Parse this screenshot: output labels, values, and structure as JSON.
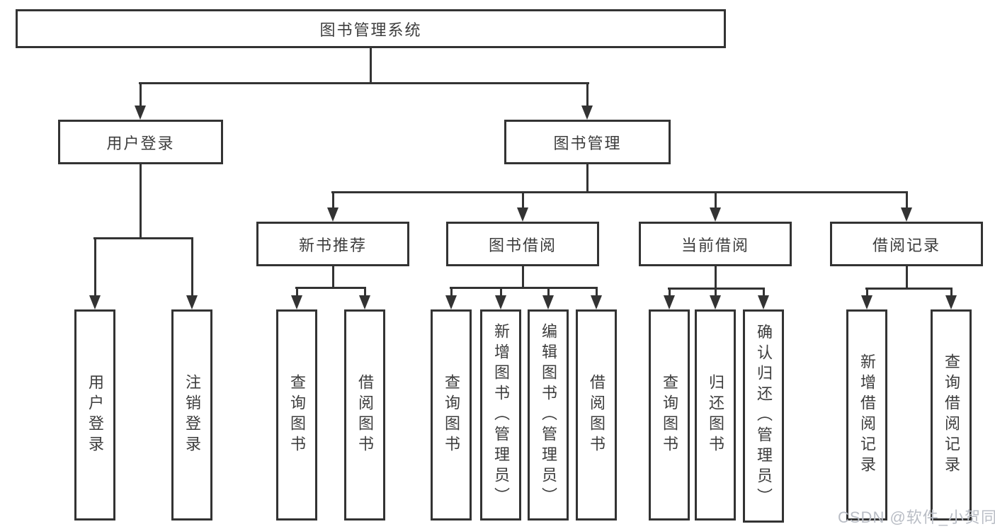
{
  "tree": {
    "label": "图书管理系统",
    "children": [
      {
        "label": "用户登录",
        "children": [
          {
            "label": "用户登录"
          },
          {
            "label": "注销登录"
          }
        ]
      },
      {
        "label": "图书管理",
        "children": [
          {
            "label": "新书推荐",
            "children": [
              {
                "label": "查询图书"
              },
              {
                "label": "借阅图书"
              }
            ]
          },
          {
            "label": "图书借阅",
            "children": [
              {
                "label": "查询图书"
              },
              {
                "label": "新增图书（管理员）"
              },
              {
                "label": "编辑图书（管理员）"
              },
              {
                "label": "借阅图书"
              }
            ]
          },
          {
            "label": "当前借阅",
            "children": [
              {
                "label": "查询图书"
              },
              {
                "label": "归还图书"
              },
              {
                "label": "确认归还（管理员）"
              }
            ]
          },
          {
            "label": "借阅记录",
            "children": [
              {
                "label": "新增借阅记录"
              },
              {
                "label": "查询借阅记录"
              }
            ]
          }
        ]
      }
    ]
  },
  "watermark": {
    "text": "CSDN @软件_小贺同学"
  },
  "colors": {
    "line": "#333333",
    "box_border": "#333333",
    "box_fill": "#ffffff",
    "text": "#3d3d3d",
    "watermark": "#b9bdc5",
    "background": "#ffffff"
  }
}
